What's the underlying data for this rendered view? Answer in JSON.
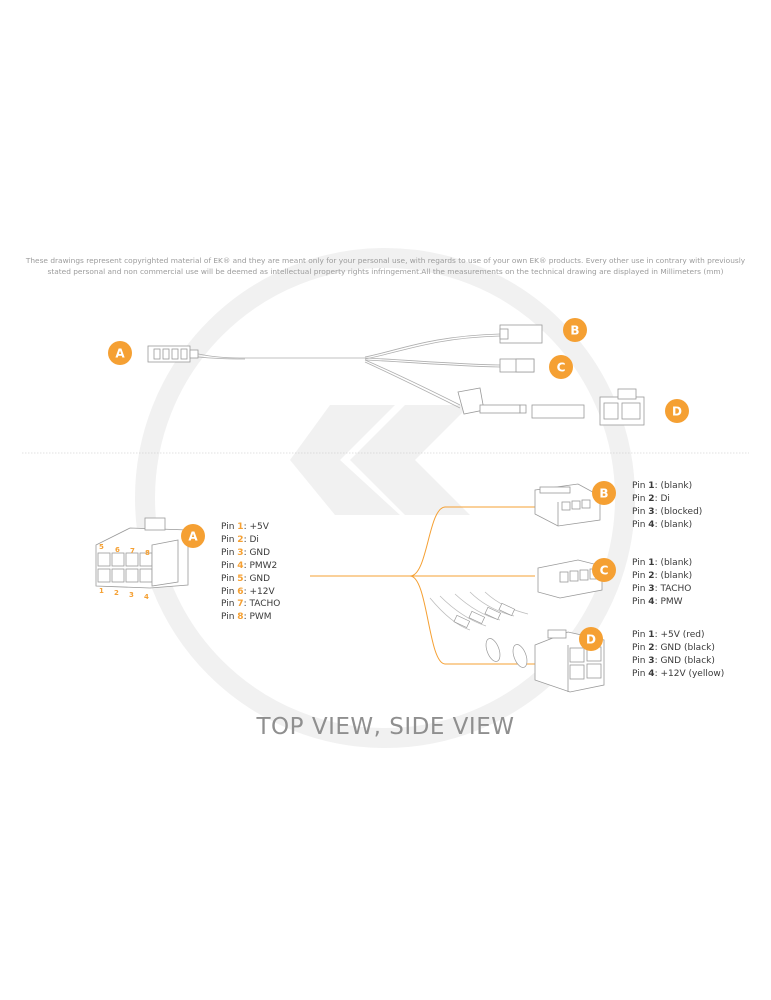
{
  "disclaimer": {
    "line1": "These drawings represent copyrighted material of EK® and they are meant only for your personal use, with regards to use of  your own EK® products. Every other use in contrary with previously",
    "line2": "stated personal and non commercial use will be deemed as intellectual property rights infringement.All the measurements on the technical drawing are displayed in Millimeters (mm)"
  },
  "colors": {
    "accent": "#f5a033",
    "line": "#b5b5b5",
    "watermark": "#f2f2f2"
  },
  "labels": {
    "a": "A",
    "b": "B",
    "c": "C",
    "d": "D"
  },
  "connector_a_numbers": {
    "top": [
      "5",
      "6",
      "7",
      "8"
    ],
    "bottom": [
      "1",
      "2",
      "3",
      "4"
    ]
  },
  "pins_a": [
    {
      "pin": "Pin ",
      "num": "1",
      "val": ": +5V"
    },
    {
      "pin": "Pin ",
      "num": "2",
      "val": ": Di"
    },
    {
      "pin": "Pin ",
      "num": "3",
      "val": ": GND"
    },
    {
      "pin": "Pin ",
      "num": "4",
      "val": ": PMW2"
    },
    {
      "pin": "Pin ",
      "num": "5",
      "val": ": GND"
    },
    {
      "pin": "Pin ",
      "num": "6",
      "val": ": +12V"
    },
    {
      "pin": "Pin ",
      "num": "7",
      "val": ": TACHO"
    },
    {
      "pin": "Pin ",
      "num": "8",
      "val": ": PWM"
    }
  ],
  "pins_b": [
    {
      "pin": "Pin ",
      "num": "1",
      "val": ": (blank)"
    },
    {
      "pin": "Pin ",
      "num": "2",
      "val": ": Di"
    },
    {
      "pin": "Pin ",
      "num": "3",
      "val": ": (blocked)"
    },
    {
      "pin": "Pin ",
      "num": "4",
      "val": ": (blank)"
    }
  ],
  "pins_c": [
    {
      "pin": "Pin ",
      "num": "1",
      "val": ": (blank)"
    },
    {
      "pin": "Pin ",
      "num": "2",
      "val": ": (blank)"
    },
    {
      "pin": "Pin ",
      "num": "3",
      "val": ": TACHO"
    },
    {
      "pin": "Pin ",
      "num": "4",
      "val": ": PMW"
    }
  ],
  "pins_d": [
    {
      "pin": "Pin ",
      "num": "1",
      "val": ": +5V (red)"
    },
    {
      "pin": "Pin ",
      "num": "2",
      "val": ": GND (black)"
    },
    {
      "pin": "Pin ",
      "num": "3",
      "val": ": GND (black)"
    },
    {
      "pin": "Pin ",
      "num": "4",
      "val": ": +12V (yellow)"
    }
  ],
  "view_title": "TOP VIEW, SIDE VIEW"
}
